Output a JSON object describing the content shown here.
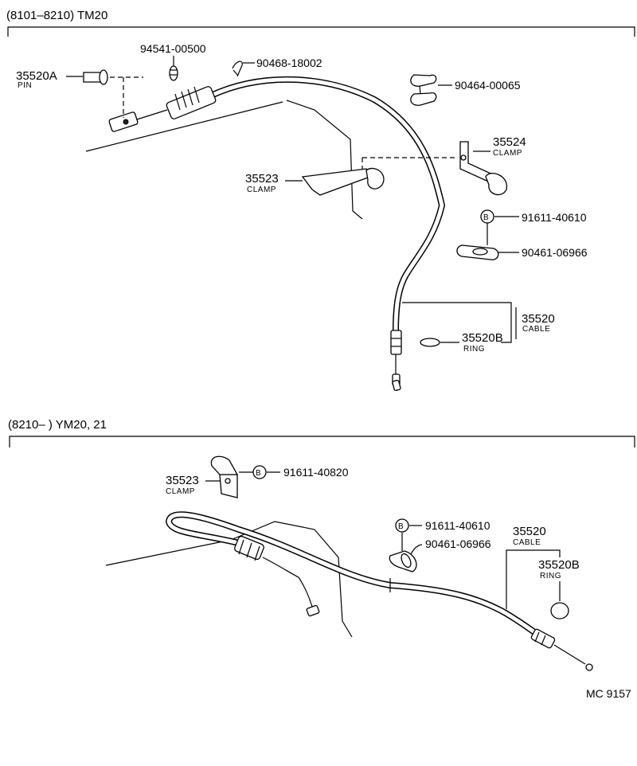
{
  "top_section": {
    "header": "(8101–8210) TM20",
    "parts": {
      "pin": {
        "number": "35520A",
        "name": "PIN"
      },
      "p94541": {
        "number": "94541-00500"
      },
      "p90468": {
        "number": "90468-18002"
      },
      "p90464": {
        "number": "90464-00065"
      },
      "clamp35524": {
        "number": "35524",
        "name": "CLAMP"
      },
      "clamp35523": {
        "number": "35523",
        "name": "CLAMP"
      },
      "bolt91611": {
        "number": "91611-40610",
        "badge": "B"
      },
      "p90461": {
        "number": "90461-06966"
      },
      "cable": {
        "number": "35520",
        "name": "CABLE"
      },
      "ring": {
        "number": "35520B",
        "name": "RING"
      }
    }
  },
  "bottom_section": {
    "header": "(8210–          ) YM20, 21",
    "parts": {
      "clamp35523": {
        "number": "35523",
        "name": "CLAMP"
      },
      "bolt91611_820": {
        "number": "91611-40820",
        "badge": "B"
      },
      "bolt91611_610": {
        "number": "91611-40610",
        "badge": "B"
      },
      "p90461": {
        "number": "90461-06966"
      },
      "cable": {
        "number": "35520",
        "name": "CABLE"
      },
      "ring": {
        "number": "35520B",
        "name": "RING"
      }
    }
  },
  "footer": {
    "code": "MC  9157"
  }
}
